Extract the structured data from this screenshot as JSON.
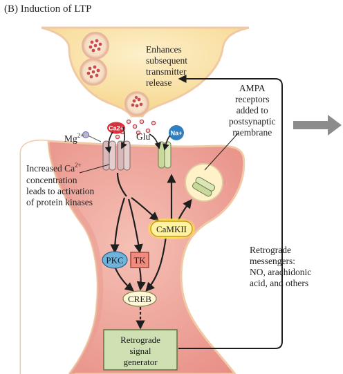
{
  "panel_title": "(B)  Induction of LTP",
  "presynaptic_note": [
    "Enhances",
    "subsequent",
    "transmitter",
    "release"
  ],
  "ampa_note": [
    "AMPA",
    "receptors",
    "added to",
    "postsynaptic",
    "membrane"
  ],
  "calcium_note": {
    "line1_prefix": "Increased Ca",
    "line1_sup": "2+",
    "lines": [
      "concentration",
      "leads to activation",
      "of  protein kinases"
    ]
  },
  "retrograde_note": [
    "Retrograde",
    "messengers:",
    "NO, arachidonic",
    "acid, and others"
  ],
  "labels": {
    "mg_prefix": "Mg",
    "mg_sup": "2+",
    "glu": "Glu",
    "ca_ion": "Ca2+",
    "na_ion": "Na+"
  },
  "nodes": {
    "pkc": "PKC",
    "tk": "TK",
    "camkii": "CaMKII",
    "creb": "CREB",
    "generator": [
      "Retrograde",
      "signal",
      "generator"
    ]
  },
  "colors": {
    "presynaptic": "#fbe7b3",
    "postsynaptic": "#f1a59a",
    "membrane_outline": "#f0c9a5",
    "vesicle": "#e1928b",
    "ca_ion": "#d8323c",
    "na_ion": "#2f7fc1",
    "pkc": "#6eb3dc",
    "tk": "#f28b7d",
    "camkii": "#fff2a2",
    "camkii_glow": "#fde04b",
    "creb": "#fff8d4",
    "generator": "#cfe1b3",
    "channel_nmda": "#d9b8b9",
    "channel_ampa": "#c9d89b",
    "next_arrow": "#8c8c8c"
  }
}
